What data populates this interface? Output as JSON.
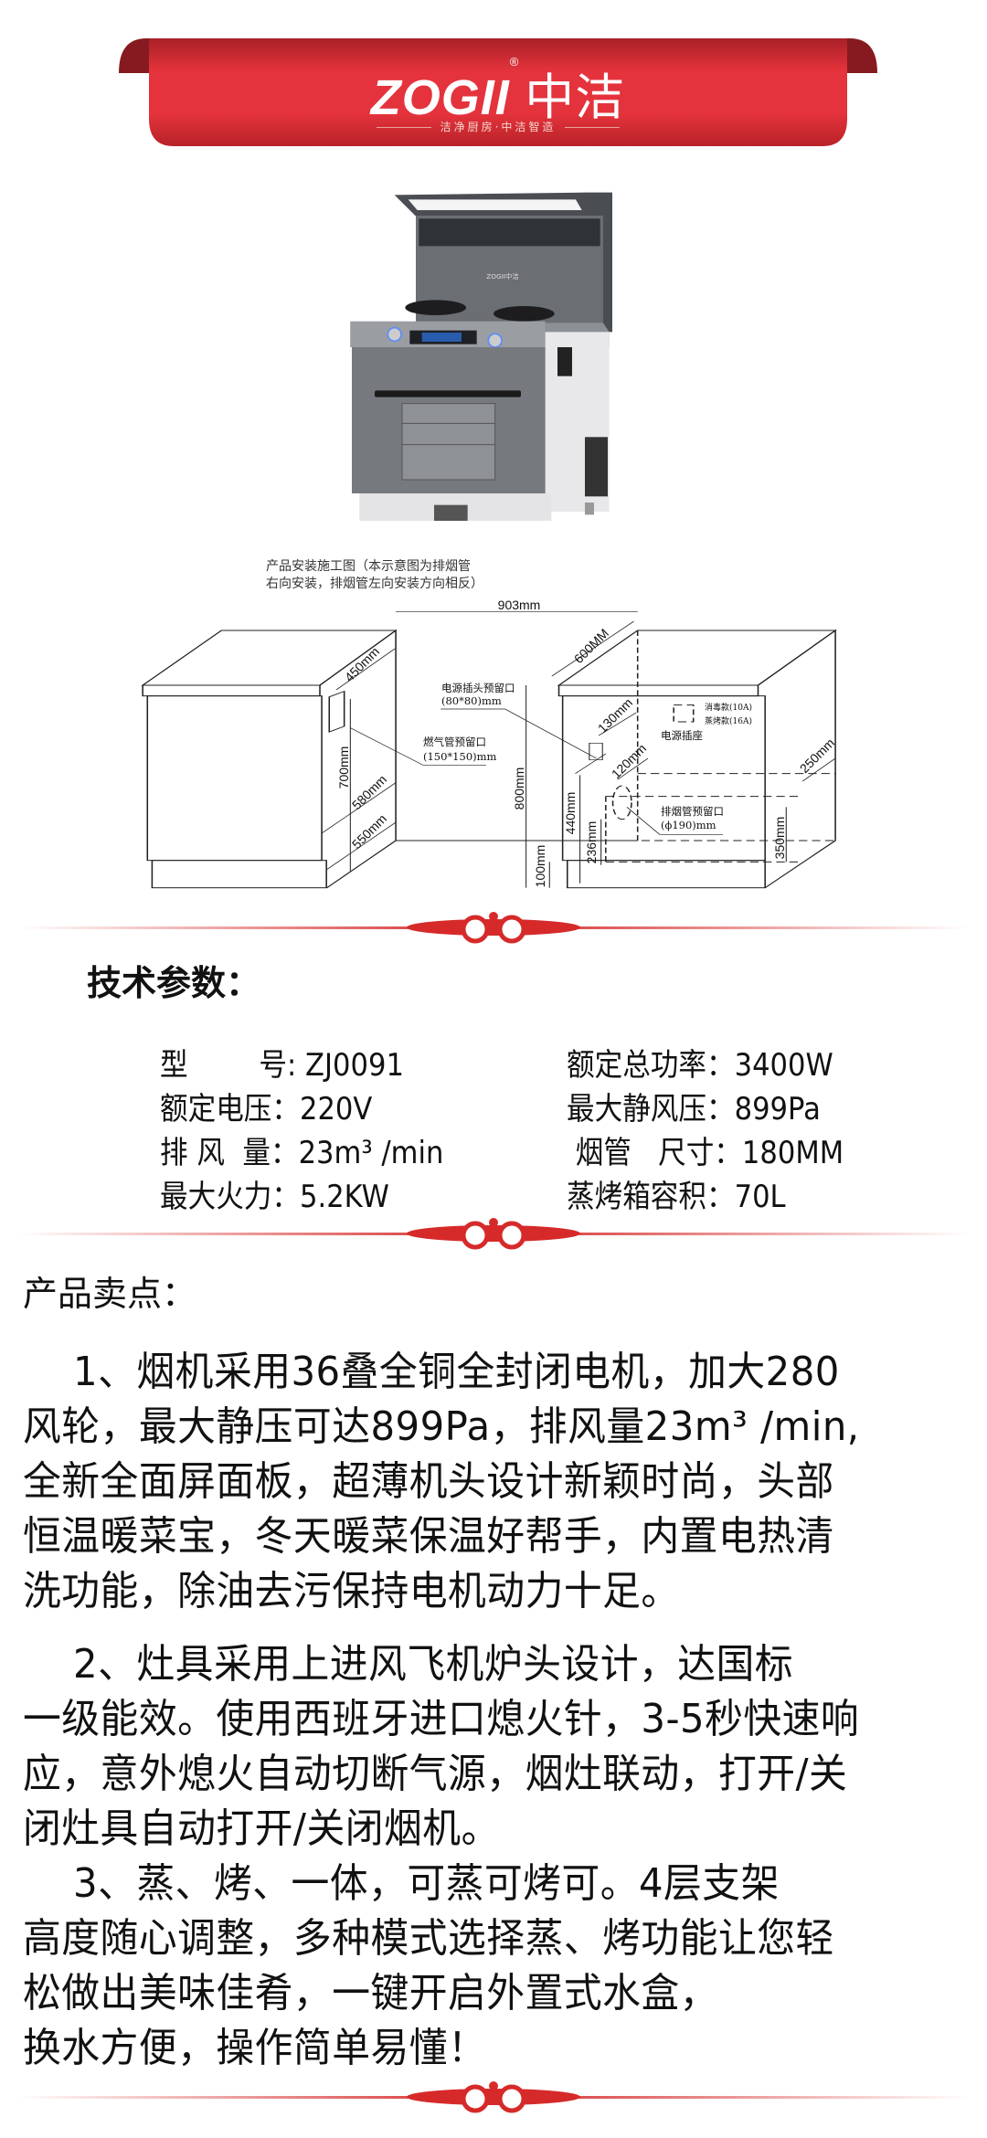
{
  "header": {
    "brand_latin": "ZOGII",
    "brand_chinese": "中洁",
    "registered_mark": "®",
    "slogan": "洁净厨房·中洁智造",
    "colors": {
      "banner": "#e0303a",
      "banner_dark": "#8a1a20"
    }
  },
  "product": {
    "image": "integrated-stove-with-steam-oven",
    "panel_logo": "ZOGII中洁"
  },
  "diagram": {
    "caption_line1": "产品安装施工图（本示意图为排烟管",
    "caption_line2": "右向安装，排烟管左向安装方向相反）",
    "labels": {
      "width": "903mm",
      "depth": "600MM",
      "d450": "450mm",
      "d700": "700mm",
      "d580": "580mm",
      "d550": "550mm",
      "plug_opening": "电源插头预留口",
      "plug_size": "(80*80)mm",
      "gas_opening": "燃气管预留口",
      "gas_size": "(150*150)mm",
      "d800": "800mm",
      "d130": "130mm",
      "disinfect": "消毒款(10A)",
      "steam": "蒸烤款(16A)",
      "socket": "电源插座",
      "d120": "120mm",
      "d250": "250mm",
      "d440": "440mm",
      "exhaust_opening": "排烟管预留口",
      "exhaust_size": "(ϕ190)mm",
      "d236": "236mm",
      "d350": "350mm",
      "d100": "100mm"
    }
  },
  "specs": {
    "title": "技术参数：",
    "left": [
      {
        "label": "型        号: ",
        "value": "ZJ0091"
      },
      {
        "label": "额定电压：",
        "value": "220V"
      },
      {
        "label": "排 风  量：",
        "value": "23m³ /min"
      },
      {
        "label": "最大火力：",
        "value": "5.2KW"
      }
    ],
    "right": [
      {
        "label": "额定总功率：",
        "value": "3400W"
      },
      {
        "label": "最大静风压：",
        "value": "899Pa"
      },
      {
        "label": " 烟管   尺寸：",
        "value": "180MM"
      },
      {
        "label": "蒸烤箱容积：",
        "value": "70L"
      }
    ]
  },
  "selling_points": {
    "title": "产品卖点：",
    "lines": [
      "    1、烟机采用36叠全铜全封闭电机，加大280",
      "风轮，最大静压可达899Pa，排风量23m³ /min,",
      "全新全面屏面板，超薄机头设计新颖时尚，头部",
      "恒温暖菜宝，冬天暖菜保温好帮手，内置电热清",
      "洗功能，除油去污保持电机动力十足。",
      "    2、灶具采用上进风飞机炉头设计，达国标",
      "一级能效。使用西班牙进口熄火针，3-5秒快速响",
      "应，意外熄火自动切断气源，烟灶联动，打开/关",
      "闭灶具自动打开/关闭烟机。",
      "    3、蒸、烤、一体，可蒸可烤可。4层支架",
      "高度随心调整，多种模式选择蒸、烤功能让您轻",
      "松做出美味佳肴，一键开启外置式水盒，",
      "换水方便，操作简单易懂！"
    ]
  }
}
